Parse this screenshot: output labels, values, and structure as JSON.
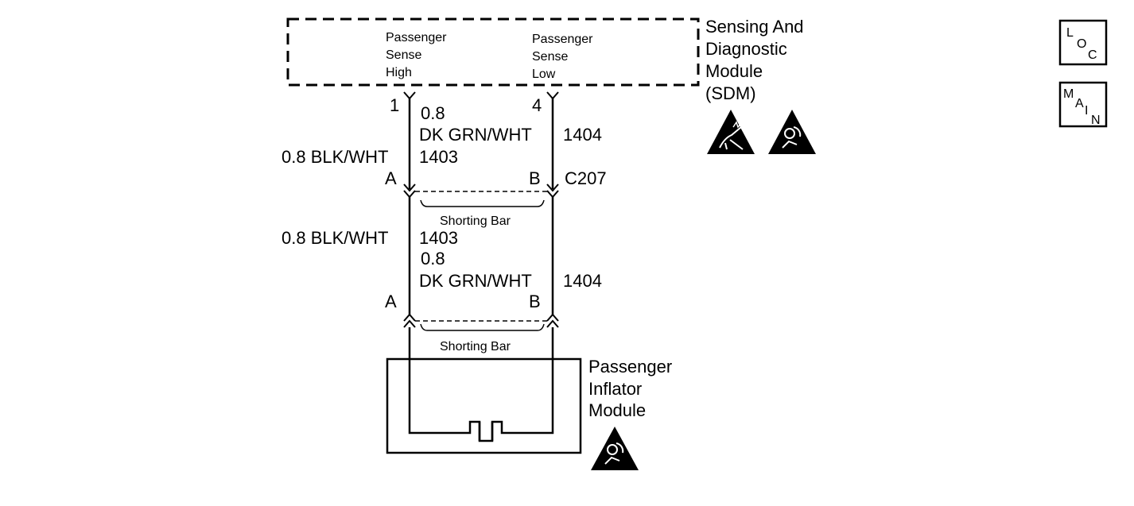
{
  "sdm": {
    "title_lines": [
      "Sensing And",
      "Diagnostic",
      "Module",
      "(SDM)"
    ],
    "pin_high_lines": [
      "Passenger",
      "Sense",
      "High"
    ],
    "pin_low_lines": [
      "Passenger",
      "Sense",
      "Low"
    ],
    "pin_high_number": "1",
    "pin_low_number": "4"
  },
  "wires_upper": {
    "high_label": "0.8 BLK/WHT",
    "high_circuit": "1403",
    "low_size": "0.8",
    "low_color": "DK GRN/WHT",
    "low_circuit": "1404"
  },
  "connector_c207": {
    "name": "C207",
    "terminal_a": "A",
    "terminal_b": "B",
    "shorting_bar_label": "Shorting Bar"
  },
  "wires_lower": {
    "high_label": "0.8 BLK/WHT",
    "high_circuit": "1403",
    "low_size": "0.8",
    "low_color": "DK GRN/WHT",
    "low_circuit": "1404"
  },
  "connector_module": {
    "terminal_a": "A",
    "terminal_b": "B",
    "shorting_bar_label": "Shorting Bar"
  },
  "inflator_module": {
    "title_lines": [
      "Passenger",
      "Inflator",
      "Module"
    ]
  },
  "nav": {
    "loc": [
      "L",
      "O",
      "C"
    ],
    "main": [
      "M",
      "A",
      "I",
      "N"
    ]
  },
  "icons": [
    "esd-caution-icon",
    "airbag-caution-icon",
    "airbag-caution-icon"
  ]
}
